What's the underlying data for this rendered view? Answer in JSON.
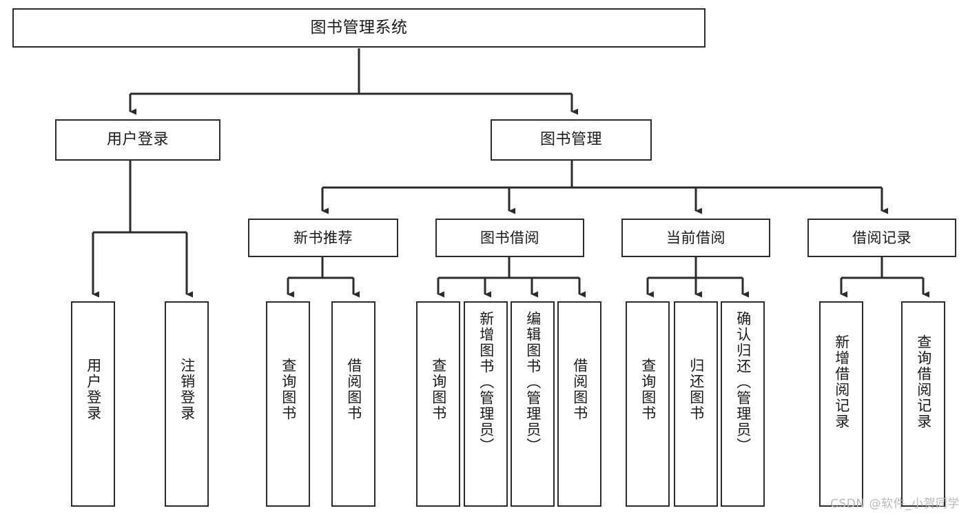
{
  "diagram": {
    "title": "图书管理系统",
    "type": "tree",
    "orientation": "top-down",
    "colors": {
      "box_border": "#2b2b2b",
      "box_fill": "#ffffff",
      "edge": "#2b2b2b",
      "text": "#1a1a1a",
      "watermark": "#b9b9b9"
    },
    "root": {
      "id": "root",
      "label": "图书管理系统"
    },
    "level2": [
      {
        "id": "user-login",
        "label": "用户登录"
      },
      {
        "id": "book-management",
        "label": "图书管理"
      }
    ],
    "level3": [
      {
        "id": "new-book-recommend",
        "label": "新书推荐",
        "parent": "book-management"
      },
      {
        "id": "book-borrow",
        "label": "图书借阅",
        "parent": "book-management"
      },
      {
        "id": "current-borrow",
        "label": "当前借阅",
        "parent": "book-management"
      },
      {
        "id": "borrow-record",
        "label": "借阅记录",
        "parent": "book-management"
      }
    ],
    "leaves": [
      {
        "id": "leaf-user-login",
        "label": "用户登录",
        "parent": "user-login"
      },
      {
        "id": "leaf-user-logout",
        "label": "注销登录",
        "parent": "user-login"
      },
      {
        "id": "leaf-query-book-1",
        "label": "查询图书",
        "parent": "new-book-recommend"
      },
      {
        "id": "leaf-borrow-book-1",
        "label": "借阅图书",
        "parent": "new-book-recommend"
      },
      {
        "id": "leaf-query-book-2",
        "label": "查询图书",
        "parent": "book-borrow"
      },
      {
        "id": "leaf-add-book",
        "label": "新增图书（管理员）",
        "parent": "book-borrow"
      },
      {
        "id": "leaf-edit-book",
        "label": "编辑图书（管理员）",
        "parent": "book-borrow"
      },
      {
        "id": "leaf-borrow-book-2",
        "label": "借阅图书",
        "parent": "book-borrow"
      },
      {
        "id": "leaf-query-book-3",
        "label": "查询图书",
        "parent": "current-borrow"
      },
      {
        "id": "leaf-return-book",
        "label": "归还图书",
        "parent": "current-borrow"
      },
      {
        "id": "leaf-confirm-return",
        "label": "确认归还（管理员）",
        "parent": "current-borrow"
      },
      {
        "id": "leaf-add-record",
        "label": "新增借阅记录",
        "parent": "borrow-record"
      },
      {
        "id": "leaf-query-record",
        "label": "查询借阅记录",
        "parent": "borrow-record"
      }
    ],
    "watermark": "CSDN @软件_小贺同学"
  }
}
